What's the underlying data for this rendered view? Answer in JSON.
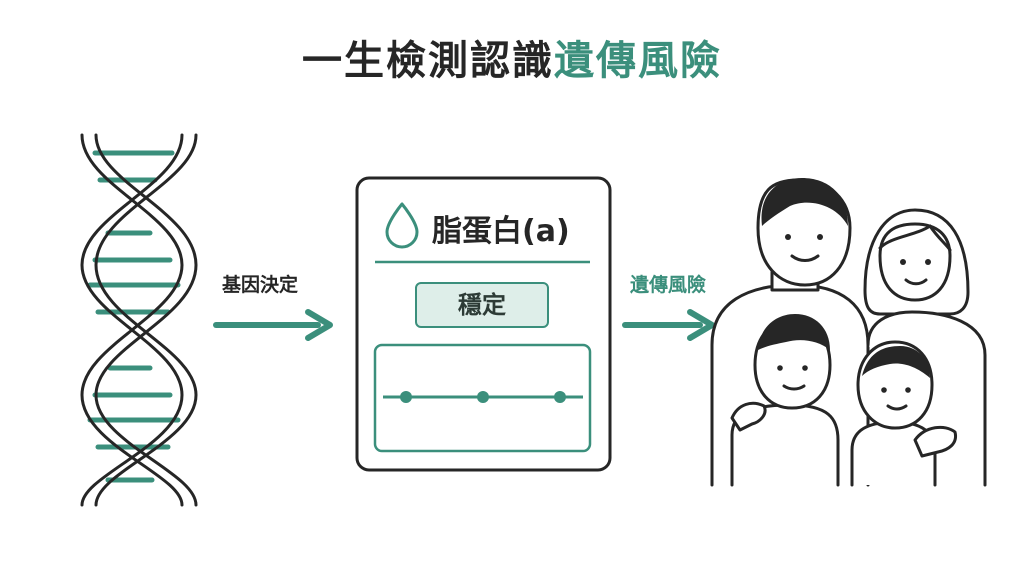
{
  "title": {
    "main": "一生檢測認識",
    "accent": "遺傳風險"
  },
  "arrow_left_label": "基因決定",
  "arrow_right_label": "遺傳風險",
  "card": {
    "title": "脂蛋白(a)",
    "status": "穩定"
  },
  "colors": {
    "accent": "#3b8f7c",
    "ink": "#262626",
    "badge_fill": "#deeee9"
  },
  "icons": [
    "dna-helix-icon",
    "drop-icon",
    "arrow-right-icon",
    "family-illustration"
  ]
}
